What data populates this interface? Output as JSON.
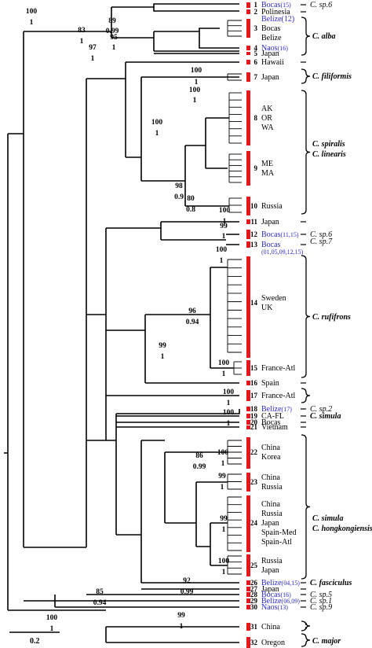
{
  "support_labels": [
    {
      "top": "100",
      "bottom": "1"
    },
    {
      "top": "83",
      "bottom": "1"
    },
    {
      "top": "97",
      "bottom": "1"
    },
    {
      "top": "95",
      "bottom": "1"
    },
    {
      "top": "89",
      "bottom": "0.99"
    },
    {
      "top": "100",
      "bottom": "1"
    },
    {
      "top": "100",
      "bottom": "1"
    },
    {
      "top": "100",
      "bottom": "1"
    },
    {
      "top": "98",
      "bottom": "0.9"
    },
    {
      "top": "80",
      "bottom": "0.8"
    },
    {
      "top": "100",
      "bottom": "1"
    },
    {
      "top": "99",
      "bottom": "1"
    },
    {
      "top": "100",
      "bottom": "1"
    },
    {
      "top": "96",
      "bottom": "0.94"
    },
    {
      "top": "99",
      "bottom": "1"
    },
    {
      "top": "100",
      "bottom": "1"
    },
    {
      "top": "100",
      "bottom": "1"
    },
    {
      "top": "100",
      "bottom": "1"
    },
    {
      "top": "86",
      "bottom": "0.99"
    },
    {
      "top": "100",
      "bottom": "1"
    },
    {
      "top": "99",
      "bottom": "1"
    },
    {
      "top": "99",
      "bottom": "1"
    },
    {
      "top": "100",
      "bottom": "1"
    },
    {
      "top": "92",
      "bottom": "0.99"
    },
    {
      "top": "85",
      "bottom": "0.94"
    },
    {
      "top": "100",
      "bottom": "1"
    },
    {
      "top": "99",
      "bottom": "1"
    }
  ],
  "haplotypes": [
    {
      "num": "1",
      "locality": "Bocas",
      "count": "(15)",
      "blue": true
    },
    {
      "num": "2",
      "locality": "Polinesia",
      "count": "",
      "blue": false
    },
    {
      "num": "3",
      "lines": [
        "Belize(12)",
        "Bocas",
        "Belize"
      ],
      "blue_first": true
    },
    {
      "num": "4",
      "locality": "Naos",
      "count": "(16)",
      "blue": true
    },
    {
      "num": "5",
      "locality": "Japan",
      "count": "",
      "blue": false
    },
    {
      "num": "6",
      "locality": "Hawaii",
      "count": "",
      "blue": false
    },
    {
      "num": "7",
      "locality": "Japan",
      "count": "",
      "blue": false
    },
    {
      "num": "8",
      "lines": [
        "AK",
        "OR",
        "WA"
      ]
    },
    {
      "num": "9",
      "lines": [
        "ME",
        "MA"
      ]
    },
    {
      "num": "10",
      "locality": "Russia",
      "count": "",
      "blue": false
    },
    {
      "num": "11",
      "locality": "Japan",
      "count": "",
      "blue": false
    },
    {
      "num": "12",
      "locality": "Bocas",
      "count": "(11,15)",
      "blue": true
    },
    {
      "num": "13",
      "locality": "Bocas",
      "count": "(01,05,09,12,15)",
      "blue": true
    },
    {
      "num": "14",
      "lines": [
        "Sweden",
        "UK"
      ]
    },
    {
      "num": "15",
      "locality": "France-Atl",
      "count": "",
      "blue": false
    },
    {
      "num": "16",
      "locality": "Spain",
      "count": "",
      "blue": false
    },
    {
      "num": "17",
      "locality": "France-Atl",
      "count": "",
      "blue": false
    },
    {
      "num": "18",
      "locality": "Belize",
      "count": "(17)",
      "blue": true
    },
    {
      "num": "19",
      "locality": "CA-FL",
      "count": "",
      "blue": false
    },
    {
      "num": "20",
      "locality": "Bocas",
      "count": "",
      "blue": false
    },
    {
      "num": "21",
      "locality": "Vietnam",
      "count": "",
      "blue": false
    },
    {
      "num": "22",
      "lines": [
        "China",
        "Korea"
      ]
    },
    {
      "num": "23",
      "lines": [
        "China",
        "Russia"
      ]
    },
    {
      "num": "24",
      "lines": [
        "China",
        "Russia",
        "Japan",
        "Spain-Med",
        "Spain-Atl"
      ]
    },
    {
      "num": "25",
      "lines": [
        "Russia",
        "Japan"
      ]
    },
    {
      "num": "26",
      "locality": "Belize",
      "count": "(04,15)",
      "blue": true
    },
    {
      "num": "27",
      "locality": "Japan",
      "count": "",
      "blue": false
    },
    {
      "num": "28",
      "locality": "Bocas",
      "count": "(16)",
      "blue": true
    },
    {
      "num": "29",
      "locality": "Belize",
      "count": "(06,09)",
      "blue": true
    },
    {
      "num": "30",
      "locality": "Naos",
      "count": "(13)",
      "blue": true
    },
    {
      "num": "31",
      "locality": "China",
      "count": "",
      "blue": false
    },
    {
      "num": "32",
      "locality": "Oregon",
      "count": "",
      "blue": false
    }
  ],
  "species": [
    {
      "prefix": "C.",
      "name": "sp.6",
      "bold": false
    },
    {
      "prefix": "C.",
      "name": "alba",
      "bold": true
    },
    {
      "prefix": "C.",
      "name": "filiformis",
      "bold": true
    },
    {
      "prefix": "C.",
      "name": "spiralis",
      "bold": true
    },
    {
      "prefix": "C.",
      "name": "linearis",
      "bold": true
    },
    {
      "prefix": "C.",
      "name": "sp.6",
      "bold": false
    },
    {
      "prefix": "C.",
      "name": "sp.7",
      "bold": false
    },
    {
      "prefix": "C.",
      "name": "rufifrons",
      "bold": true
    },
    {
      "prefix": "C.",
      "name": "sp.2",
      "bold": false
    },
    {
      "prefix": "C.",
      "name": "simula",
      "bold": true
    },
    {
      "prefix": "C.",
      "name": "simula",
      "bold": true
    },
    {
      "prefix": "C.",
      "name": "hongkongiensis",
      "bold": true
    },
    {
      "prefix": "C.",
      "name": "fasciculus",
      "bold": true
    },
    {
      "prefix": "C.",
      "name": "sp.5",
      "bold": false
    },
    {
      "prefix": "C.",
      "name": "sp.1",
      "bold": false
    },
    {
      "prefix": "C.",
      "name": "sp.9",
      "bold": false
    },
    {
      "prefix": "C.",
      "name": "major",
      "bold": true
    }
  ],
  "scale_bar": {
    "label": "0.2"
  }
}
